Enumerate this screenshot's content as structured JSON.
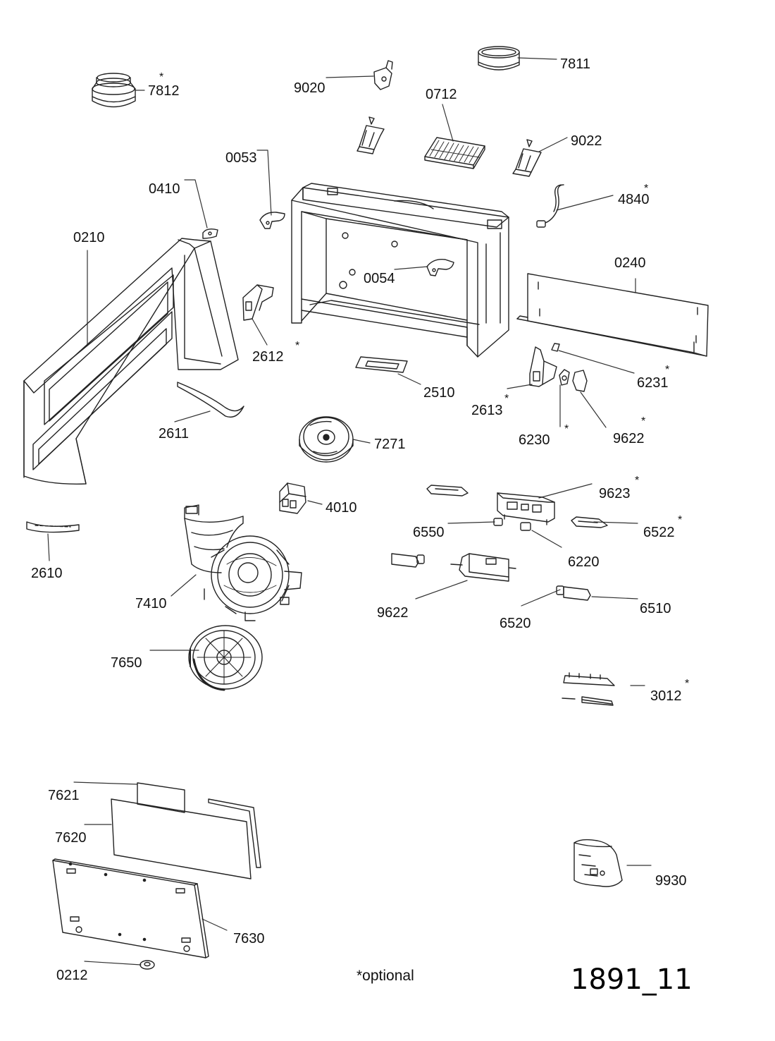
{
  "drawing_code": "1891_11",
  "footnote": "*optional",
  "parts": [
    {
      "id": "p7812",
      "number": "7812",
      "optional": true,
      "icon": "reducer-collar-icon"
    },
    {
      "id": "p9020",
      "number": "9020",
      "optional": false,
      "icon": "bracket-clip-icon"
    },
    {
      "id": "p7811",
      "number": "7811",
      "optional": false,
      "icon": "round-collar-icon"
    },
    {
      "id": "p0712",
      "number": "0712",
      "optional": false,
      "icon": "grease-filter-icon"
    },
    {
      "id": "p9022",
      "number": "9022",
      "optional": false,
      "icon": "mounting-bracket-icon"
    },
    {
      "id": "p0053",
      "number": "0053",
      "optional": false,
      "icon": "hinge-icon"
    },
    {
      "id": "p0410",
      "number": "0410",
      "optional": false,
      "icon": "clip-icon"
    },
    {
      "id": "p4840",
      "number": "4840",
      "optional": true,
      "icon": "cable-icon"
    },
    {
      "id": "p0210",
      "number": "0210",
      "optional": false,
      "icon": "glass-canopy-icon"
    },
    {
      "id": "p0240",
      "number": "0240",
      "optional": false,
      "icon": "front-panel-icon"
    },
    {
      "id": "p0054",
      "number": "0054",
      "optional": false,
      "icon": "hinge-icon"
    },
    {
      "id": "p2612",
      "number": "2612",
      "optional": true,
      "icon": "hinge-bracket-icon"
    },
    {
      "id": "p6231",
      "number": "6231",
      "optional": true,
      "icon": "small-part-icon"
    },
    {
      "id": "p2510",
      "number": "2510",
      "optional": false,
      "icon": "plate-icon"
    },
    {
      "id": "p2613",
      "number": "2613",
      "optional": true,
      "icon": "hinge-bracket-icon"
    },
    {
      "id": "p2611",
      "number": "2611",
      "optional": false,
      "icon": "profile-strip-icon"
    },
    {
      "id": "p6230",
      "number": "6230",
      "optional": true,
      "icon": "switch-icon"
    },
    {
      "id": "p9622a",
      "number": "9622",
      "optional": true,
      "icon": "sensor-icon"
    },
    {
      "id": "p7271",
      "number": "7271",
      "optional": false,
      "icon": "fan-wheel-icon"
    },
    {
      "id": "p9623",
      "number": "9623",
      "optional": true,
      "icon": "control-board-icon"
    },
    {
      "id": "p4010",
      "number": "4010",
      "optional": false,
      "icon": "capacitor-box-icon"
    },
    {
      "id": "p6550",
      "number": "6550",
      "optional": false,
      "icon": "connector-icon"
    },
    {
      "id": "p6522",
      "number": "6522",
      "optional": true,
      "icon": "led-bar-icon"
    },
    {
      "id": "p2610",
      "number": "2610",
      "optional": false,
      "icon": "profile-strip-icon"
    },
    {
      "id": "p6220",
      "number": "6220",
      "optional": false,
      "icon": "connector-icon"
    },
    {
      "id": "p7410",
      "number": "7410",
      "optional": false,
      "icon": "blower-motor-icon"
    },
    {
      "id": "p6510",
      "number": "6510",
      "optional": false,
      "icon": "lamp-icon"
    },
    {
      "id": "p9622b",
      "number": "9622",
      "optional": false,
      "icon": "control-module-icon"
    },
    {
      "id": "p6520",
      "number": "6520",
      "optional": false,
      "icon": "lamp-icon"
    },
    {
      "id": "p7650",
      "number": "7650",
      "optional": false,
      "icon": "carbon-filter-icon"
    },
    {
      "id": "p3012",
      "number": "3012",
      "optional": true,
      "icon": "terminal-strip-icon"
    },
    {
      "id": "p7621",
      "number": "7621",
      "optional": false,
      "icon": "seal-icon"
    },
    {
      "id": "p7620",
      "number": "7620",
      "optional": false,
      "icon": "glass-panel-icon"
    },
    {
      "id": "p9930",
      "number": "9930",
      "optional": false,
      "icon": "accessory-bag-icon"
    },
    {
      "id": "p7630",
      "number": "7630",
      "optional": false,
      "icon": "back-panel-icon"
    },
    {
      "id": "p0212",
      "number": "0212",
      "optional": false,
      "icon": "cap-icon"
    }
  ]
}
